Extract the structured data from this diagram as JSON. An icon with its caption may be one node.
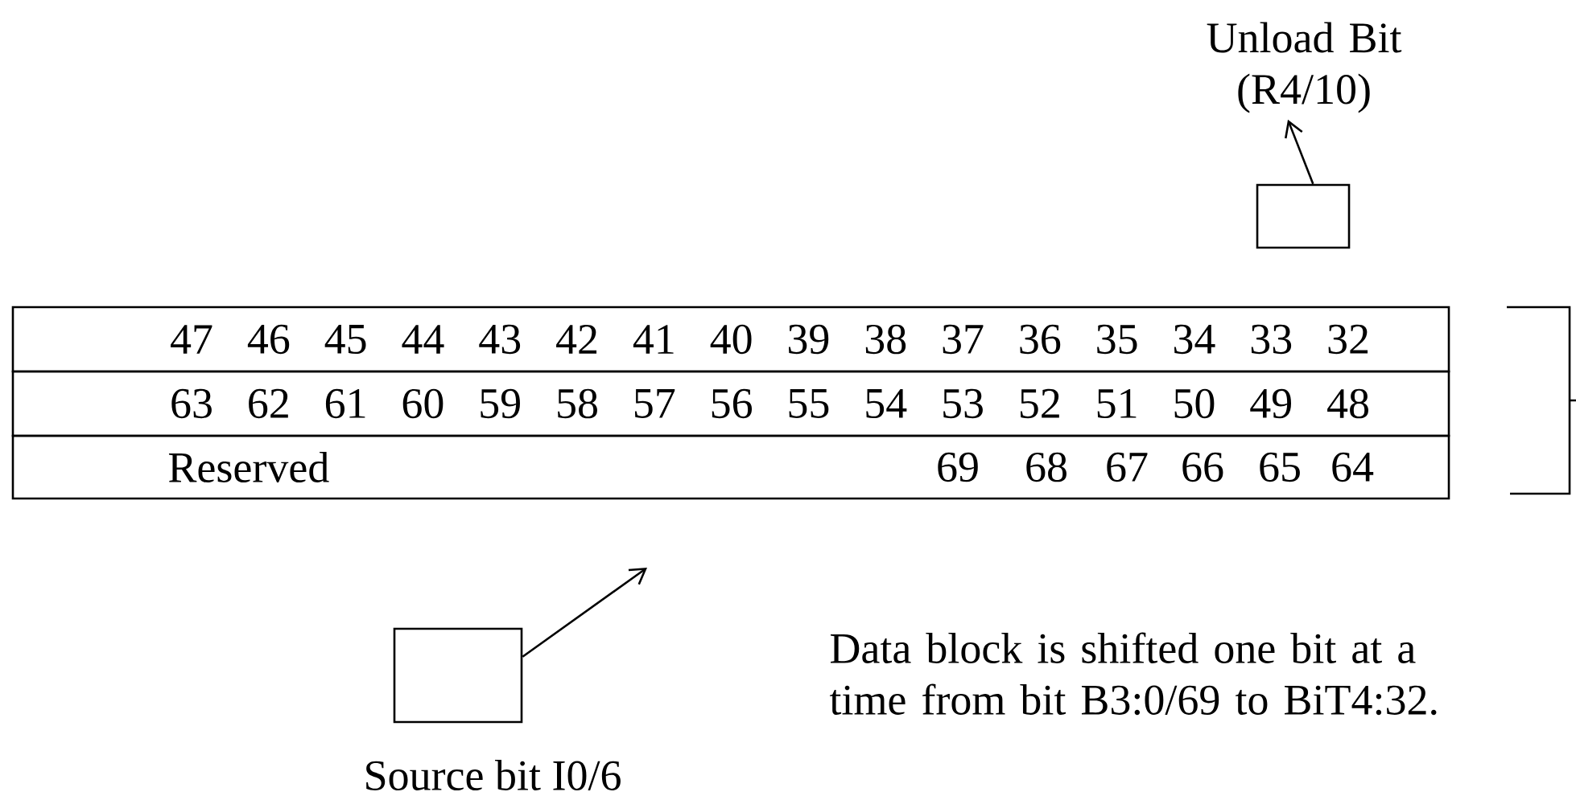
{
  "diagram": {
    "nodes": [
      {
        "text": [
          "47",
          "46",
          "45",
          "44",
          "43",
          "42",
          "41",
          "40",
          "39",
          "38",
          "37",
          "36",
          "35",
          "34",
          "33",
          "32"
        ]
      },
      {
        "text": [
          "63",
          "62",
          "61",
          "60",
          "59",
          "58",
          "57",
          "56",
          "55",
          "54",
          "53",
          "52",
          "51",
          "50",
          "49",
          "48"
        ]
      },
      {
        "text": [
          "Reserved",
          "69",
          "68",
          "67",
          "66",
          "65",
          "64"
        ]
      },
      {
        "text": [
          "Unload Bit (R4/10)"
        ]
      },
      {
        "text": [],
        "shape": "box"
      },
      {
        "text": [],
        "shape": "box",
        "beside": [
          "Source bit I0/6"
        ]
      }
    ],
    "edges": [
      {
        "from": 4,
        "to": 3,
        "arrow": "to"
      },
      {
        "from": 5,
        "to": null,
        "arrow": "to"
      }
    ],
    "labels": [
      "Data block is shifted one bit at a time from bit B3:0/69 to BiT4:32."
    ]
  }
}
